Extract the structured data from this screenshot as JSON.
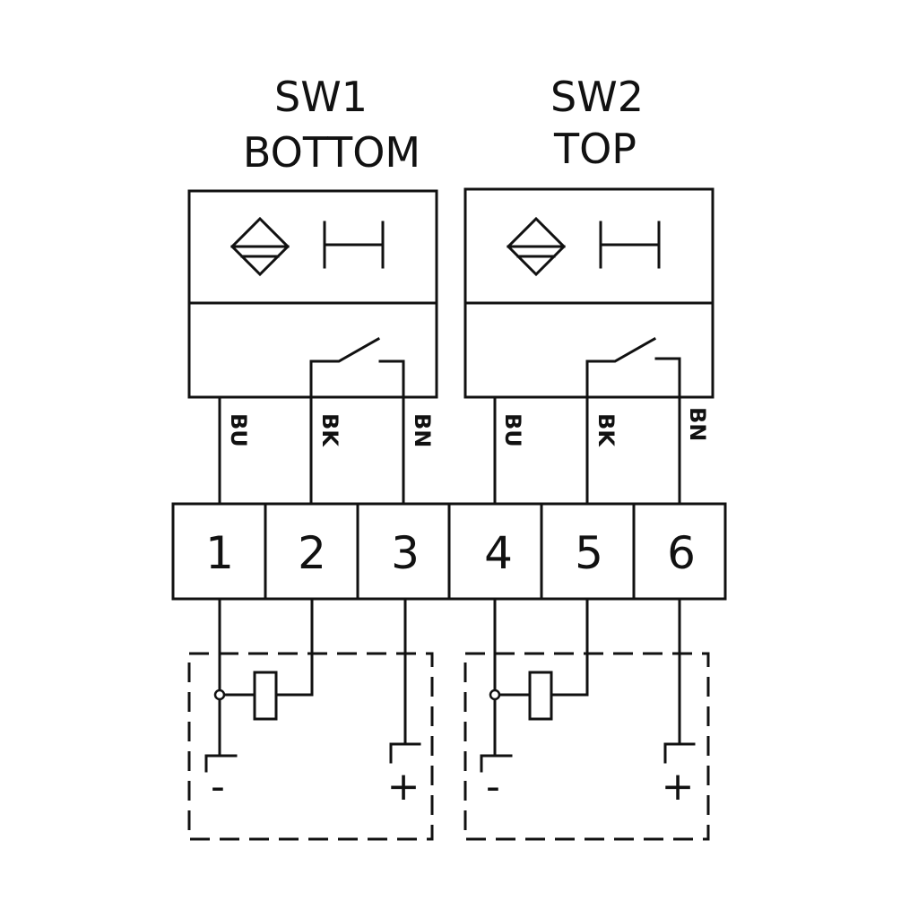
{
  "switches": [
    {
      "name": "SW1",
      "position": "BOTTOM",
      "wires": [
        "BU",
        "BK",
        "BN"
      ]
    },
    {
      "name": "SW2",
      "position": "TOP",
      "wires": [
        "BU",
        "BK",
        "BN"
      ]
    }
  ],
  "terminals": [
    "1",
    "2",
    "3",
    "4",
    "5",
    "6"
  ],
  "loads": [
    {
      "minus": "-",
      "plus": "+"
    },
    {
      "minus": "-",
      "plus": "+"
    }
  ]
}
